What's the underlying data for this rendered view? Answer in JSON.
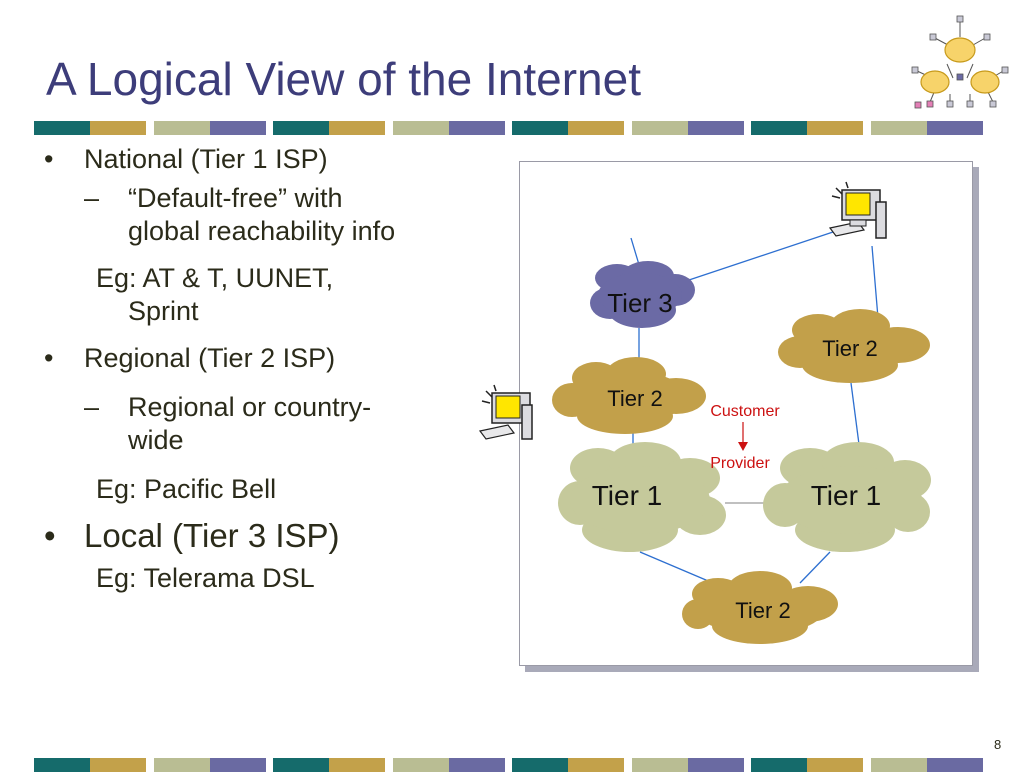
{
  "title": "A Logical View of the Internet",
  "bullets": [
    {
      "text": "National (Tier 1 ISP)",
      "sub": "“Default-free” with global reachability info",
      "sub_l1": "“Default-free” with",
      "sub_l2": "global reachability info",
      "eg_l1": "Eg: AT & T, UUNET,",
      "eg_l2": "Sprint"
    },
    {
      "text": "Regional (Tier 2 ISP)",
      "sub_l1": "Regional or country-",
      "sub_l2": "wide",
      "eg_l1": "Eg: Pacific Bell"
    },
    {
      "text": "Local (Tier 3 ISP)",
      "eg_l1": "Eg: Telerama DSL"
    }
  ],
  "diagram": {
    "clouds": [
      {
        "name": "tier3-cloud",
        "label": "Tier 3",
        "color": "#6b6aa5"
      },
      {
        "name": "tier2-cloud-top-right",
        "label": "Tier 2",
        "color": "#c2a04a"
      },
      {
        "name": "tier2-cloud-left",
        "label": "Tier 2",
        "color": "#c2a04a"
      },
      {
        "name": "tier1-cloud-left",
        "label": "Tier 1",
        "color": "#c5c99b"
      },
      {
        "name": "tier1-cloud-right",
        "label": "Tier 1",
        "color": "#c5c99b"
      },
      {
        "name": "tier2-cloud-bottom",
        "label": "Tier 2",
        "color": "#c2a04a"
      }
    ],
    "customer_label": "Customer",
    "provider_label": "Provider",
    "arrow_color": "#cc1111",
    "link_color": "#2d6fd0"
  },
  "icons": [
    "computer-icon",
    "computer-icon",
    "network-logo-icon"
  ],
  "page_number": "8",
  "colors": {
    "title": "#3d3d7a",
    "stripe_teal": "#156b6b",
    "stripe_gold": "#c3a14a",
    "stripe_sage": "#b9bd93",
    "stripe_slate": "#6a6aa2"
  }
}
